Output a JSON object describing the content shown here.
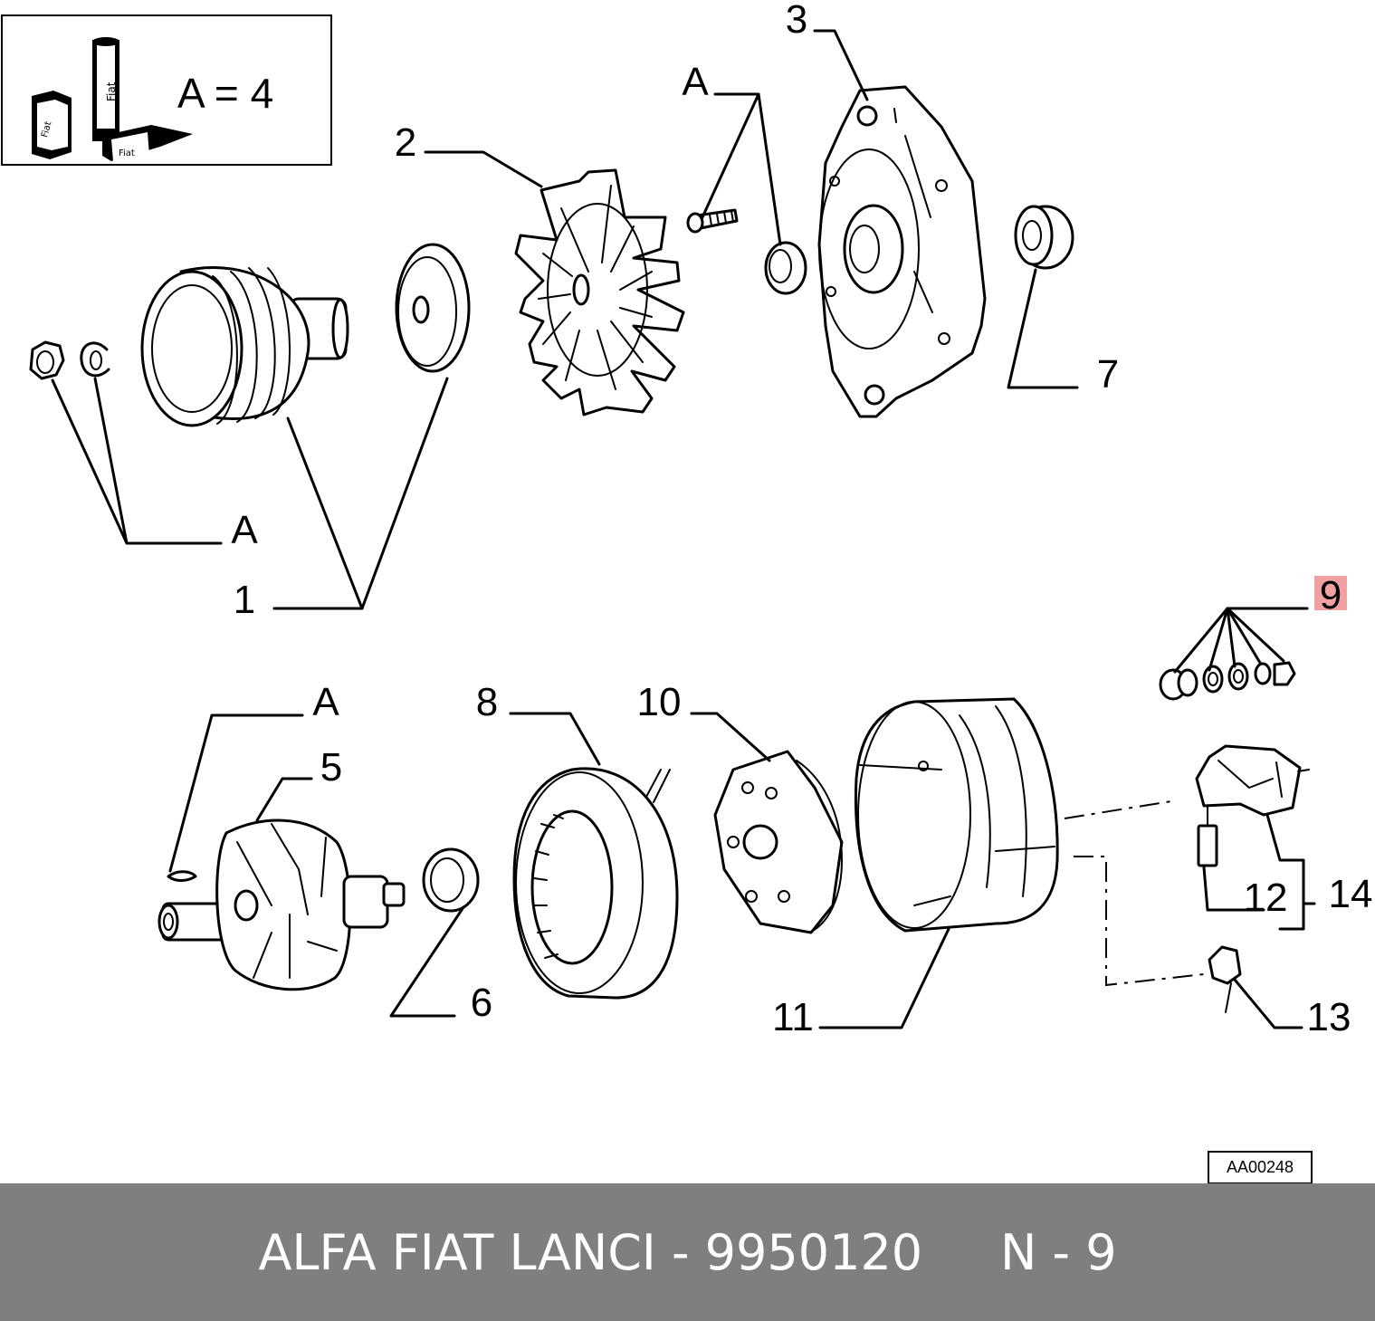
{
  "legend": {
    "text": "A = 4",
    "icon_name": "fiat-grease-tube-icon",
    "icon_labels": [
      "Fiat",
      "Fiat",
      "Fiat"
    ]
  },
  "callouts": {
    "c1": "1",
    "c2": "2",
    "c3": "3",
    "c5": "5",
    "c6": "6",
    "c7": "7",
    "c8": "8",
    "c9": "9",
    "c10": "10",
    "c11": "11",
    "c12": "12",
    "c13": "13",
    "c14": "14",
    "a_top": "A",
    "a_left": "A",
    "a_rotor": "A"
  },
  "highlight": {
    "callout": "9",
    "color": "#f0a0a0"
  },
  "diagram_code": "AA00248",
  "footer": {
    "title": "ALFA FIAT LANCI - 9950120     N - 9"
  }
}
